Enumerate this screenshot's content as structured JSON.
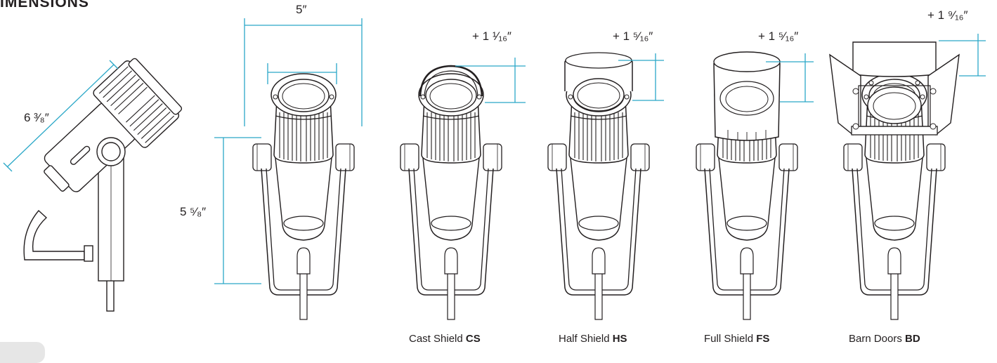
{
  "heading": "IMENSIONS",
  "page_tab": "",
  "dimensions": {
    "side_length": "6 ³⁄₈″",
    "front_width": "5″",
    "front_height": "5 ⁵⁄₈″",
    "cast_shield_add": "+ 1 ¹⁄₁₆″",
    "half_shield_add": "+ 1 ⁵⁄₁₆″",
    "full_shield_add": "+ 1 ⁵⁄₁₆″",
    "barn_doors_add": "+ 1 ⁹⁄₁₆″"
  },
  "captions": [
    {
      "label": "Cast Shield ",
      "code": "CS"
    },
    {
      "label": "Half Shield ",
      "code": "HS"
    },
    {
      "label": "Full Shield ",
      "code": "FS"
    },
    {
      "label": "Barn Doors ",
      "code": "BD"
    }
  ],
  "colors": {
    "line": "#231f20",
    "dimension": "#2ba8c8"
  }
}
